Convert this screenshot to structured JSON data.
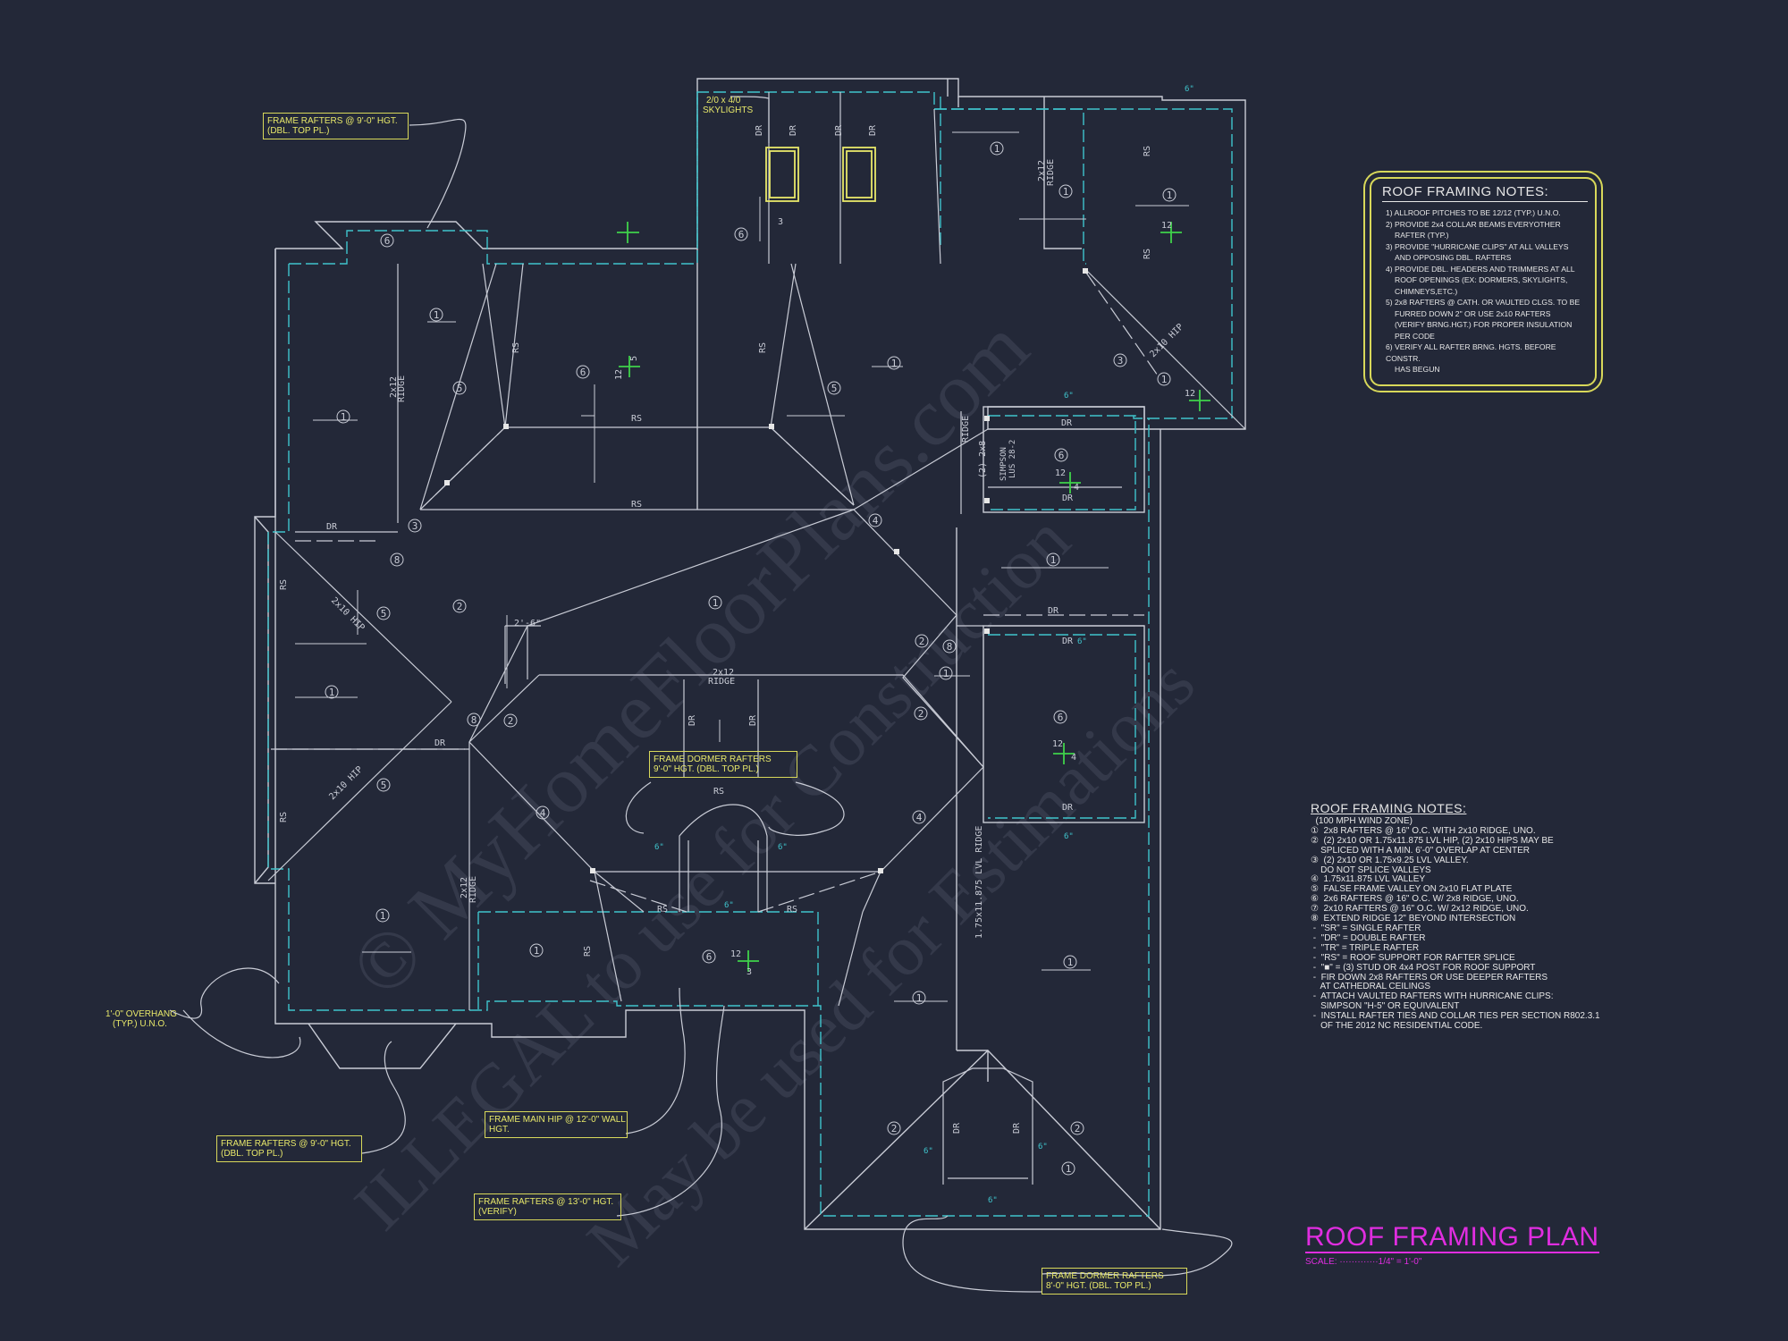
{
  "plan_title": "ROOF FRAMING PLAN",
  "scale_label": "SCALE:  ·············1/4\" = 1'-0\"",
  "notes_box": {
    "title": "ROOF FRAMING NOTES:",
    "lines": [
      "1) ALLROOF PITCHES TO BE 12/12 (TYP.) U.N.O.",
      "2) PROVIDE 2x4 COLLAR BEAMS EVERYOTHER",
      "RAFTER (TYP.)",
      "3) PROVIDE \"HURRICANE CLIPS\" AT ALL VALLEYS",
      "AND OPPOSING DBL. RAFTERS",
      "4) PROVIDE DBL. HEADERS AND TRIMMERS AT ALL",
      "ROOF OPENINGS (EX: DORMERS, SKYLIGHTS,",
      "CHIMNEYS,ETC.)",
      "5) 2x8 RAFTERS @ CATH. OR VAULTED CLGS. TO BE",
      "FURRED DOWN 2\" OR USE 2x10 RAFTERS",
      "(VERIFY BRNG.HGT.) FOR PROPER INSULATION",
      "PER CODE",
      "6) VERIFY ALL RAFTER BRNG. HGTS. BEFORE CONSTR.",
      "HAS BEGUN"
    ]
  },
  "notes_list": {
    "title": "ROOF FRAMING NOTES:",
    "lines": [
      "  (100 MPH WIND ZONE)",
      "①  2x8 RAFTERS @ 16\" O.C. WITH 2x10 RIDGE, UNO.",
      "②  (2) 2x10 OR 1.75x11.875 LVL HIP, (2) 2x10 HIPS MAY BE",
      "    SPLICED WITH A MIN. 6'-0\" OVERLAP AT CENTER",
      "③  (2) 2x10 OR 1.75x9.25 LVL VALLEY.",
      "    DO NOT SPLICE VALLEYS",
      "④  1.75x11.875 LVL VALLEY",
      "⑤  FALSE FRAME VALLEY ON 2x10 FLAT PLATE",
      "⑥  2x6 RAFTERS @ 16\" O.C. W/ 2x8 RIDGE, UNO.",
      "⑦  2x10 RAFTERS @ 16\" O.C. W/ 2x12 RIDGE, UNO.",
      "⑧  EXTEND RIDGE 12\" BEYOND INTERSECTION",
      " -  \"SR\" = SINGLE RAFTER",
      " -  \"DR\" = DOUBLE RAFTER",
      " -  \"TR\" = TRIPLE RAFTER",
      " -  \"RS\" = ROOF SUPPORT FOR RAFTER SPLICE",
      " -  \"■\" = (3) STUD OR 4x4 POST FOR ROOF SUPPORT",
      " -  FIR DOWN 2x8 RAFTERS OR USE DEEPER RAFTERS",
      "    AT CATHEDRAL CEILINGS",
      " -  ATTACH VAULTED RAFTERS WITH HURRICANE CLIPS:",
      "    SIMPSON \"H-5\" OR EQUIVALENT",
      " -  INSTALL RAFTER TIES AND COLLAR TIES PER SECTION R802.3.1",
      "    OF THE 2012 NC RESIDENTIAL CODE."
    ]
  },
  "callouts": [
    {
      "id": "c1",
      "text": "FRAME RAFTERS @ 9'-0\" HGT.\n(DBL. TOP PL.)"
    },
    {
      "id": "c2",
      "text": "FRAME DORMER RAFTERS\n9'-0\" HGT. (DBL. TOP PL.)"
    },
    {
      "id": "c3",
      "text": "FRAME MAIN HIP @ 12'-0\" WALL\nHGT."
    },
    {
      "id": "c4",
      "text": "FRAME RAFTERS @ 9'-0\" HGT.\n(DBL. TOP PL.)"
    },
    {
      "id": "c5",
      "text": "FRAME RAFTERS @ 13'-0\" HGT.\n(VERIFY)"
    },
    {
      "id": "c6",
      "text": "FRAME DORMER RAFTERS\n8'-0\" HGT. (DBL. TOP PL.)"
    }
  ],
  "skylight_label": "2/0 x 4/0\nSKYLIGHTS",
  "overhang_label": "1'-0\" OVERHANG\n(TYP.) U.N.O.",
  "plan_labels": {
    "ridge_2x12": "2x12",
    "ridge": "RIDGE",
    "rs": "RS",
    "dr": "DR",
    "hip_2x10": "2x10 HIP",
    "lvl_ridge": "1.75x11.875 LVL RIDGE",
    "simpson": "SIMPSON\nLUS 28-2",
    "two_2x8": "(2) 2x8",
    "dim_26": "2'-6\"",
    "n1": "1",
    "n2": "2",
    "n3": "3",
    "n4": "4",
    "n5": "5",
    "n6": "6",
    "n8": "8",
    "pitch_12": "12",
    "pitch_3": "3",
    "pitch_4": "4",
    "pitch_5": "5",
    "six_in": "6\""
  },
  "watermark": [
    "© MyHomeFloorPlans.com",
    "ILLEGAL to use for Construction",
    "May be used for Estimations"
  ],
  "colors": {
    "background": "#232838",
    "linework": "#c9ccd6",
    "dashed_wall": "#3fc4cc",
    "callout": "#d8d85a",
    "title": "#e02de0",
    "pitch_mark": "#3fd24a"
  }
}
